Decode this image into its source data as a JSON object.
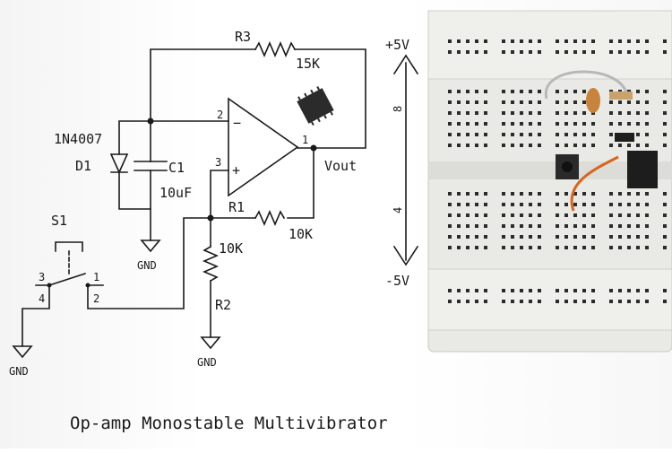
{
  "schematic": {
    "title": "Op-amp Monostable Multivibrator",
    "supply_pos": "+5V",
    "supply_neg": "-5V",
    "labels": {
      "r3": "R3",
      "r3_value": "15K",
      "r1": "R1",
      "r1_value": "10K",
      "r2": "R2",
      "r2_value": "10K",
      "c1": "C1",
      "c1_value": "10uF",
      "d1": "D1",
      "d1_part": "1N4007",
      "s1": "S1",
      "vout": "Vout",
      "gnd": "GND",
      "pin_1": "1",
      "pin_2": "2",
      "pin_3": "3",
      "sw_pin_1": "1",
      "sw_pin_2": "2",
      "sw_pin_3": "3",
      "sw_pin_4": "4",
      "rail_top_num": "8",
      "rail_bottom_num": "4"
    }
  }
}
